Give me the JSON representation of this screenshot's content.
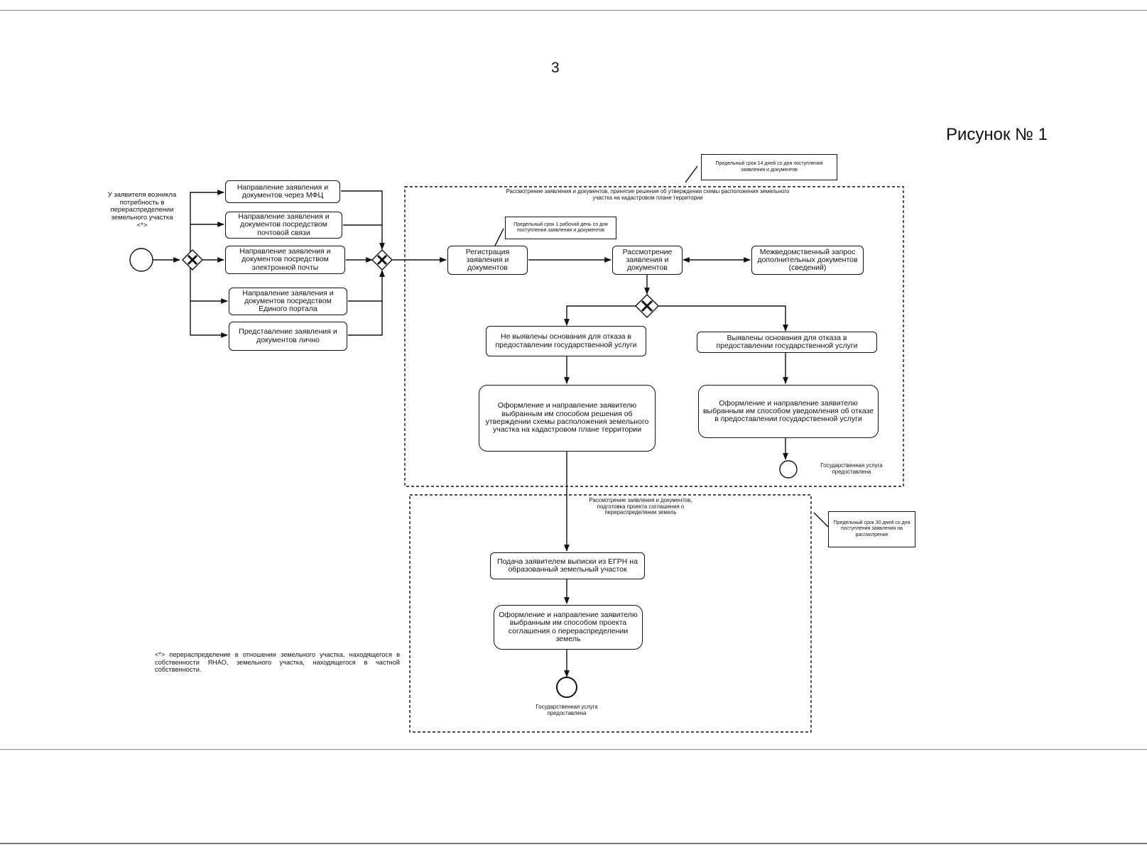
{
  "page": {
    "number": "3",
    "figure_label": "Рисунок № 1"
  },
  "start": {
    "label": "У заявителя возникла потребность в перераспределении земельного участка <*>"
  },
  "channels": [
    "Направление заявления и документов через МФЦ",
    "Направление заявления и документов посредством почтовой связи",
    "Направление заявления и документов посредством электронной почты",
    "Направление заявления и документов посредством Единого портала",
    "Представление заявления и документов лично"
  ],
  "stage1": {
    "title": "Рассмотрение заявления и документов, принятие решения об утверждении схемы расположения земельного участка на кадастровом плане территории",
    "deadline_note": "Предельный срок 14 дней со дня поступления заявления и документов",
    "registration": "Регистрация заявления и документов",
    "registration_note": "Предельный срок 1 рабочий день со дня поступления заявления и документов",
    "review": "Рассмотрение заявления и документов",
    "interagency": "Межведомственный запрос дополнительных документов (сведений)",
    "no_grounds": "Не выявлены основания для отказа в предоставлении государственной услуги",
    "grounds": "Выявлены основания для отказа в предоставлении государственной услуги",
    "approval_decision": "Оформление и направление заявителю выбранным им способом решения об утверждении схемы расположения земельного участка на кадастровом плане территории",
    "refusal_notice": "Оформление и направление заявителю выбранным им способом уведомления об отказе в предоставлении государственной услуги",
    "end_label": "Государственная услуга предоставлена"
  },
  "stage2": {
    "title": "Рассмотрение заявления и документов, подготовка проекта соглашения о перераспределении земель",
    "deadline_note": "Предельный срок 30 дней со дня поступления заявления на рассмотрение",
    "egrn_extract": "Подача заявителем выписки из ЕГРН на образованный земельный участок",
    "agreement": "Оформление и направление заявителю выбранным им способом проекта соглашения о перераспределении земель",
    "end_label": "Государственная услуга предоставлена"
  },
  "footnote": "<*> перераспределение в отношении земельного участка, находящегося в собственности ЯНАО, земельного участка, находящегося в частной собственности."
}
